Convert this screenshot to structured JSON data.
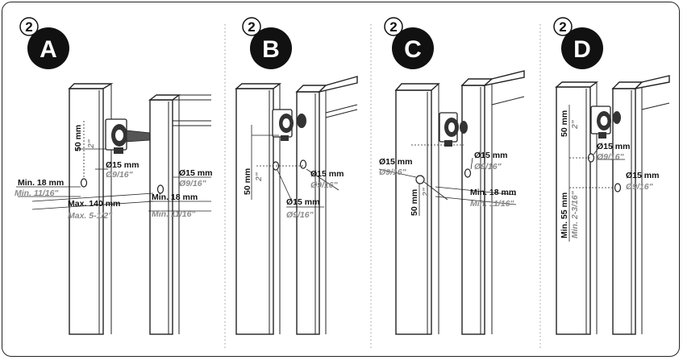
{
  "step_number": "2",
  "panels": [
    {
      "letter": "A",
      "labels": {
        "v_mm": "50 mm",
        "v_in": "2\"",
        "hole1_mm": "Ø15 mm",
        "hole1_in": "Ø9/16\"",
        "hole2_mm": "Ø15 mm",
        "hole2_in": "Ø9/16\"",
        "min_left_mm": "Min. 18 mm",
        "min_left_in": "Min. 11/16\"",
        "max_mm": "Max. 140 mm",
        "max_in": "Max. 5-1/2\"",
        "min_right_mm": "Min. 18 mm",
        "min_right_in": "Min. 11/16\""
      }
    },
    {
      "letter": "B",
      "labels": {
        "v_mm": "50 mm",
        "v_in": "2\"",
        "hole1_mm": "Ø15 mm",
        "hole1_in": "Ø9/16\"",
        "hole2_mm": "Ø15 mm",
        "hole2_in": "Ø9/16\""
      }
    },
    {
      "letter": "C",
      "labels": {
        "hole1_mm": "Ø15 mm",
        "hole1_in": "Ø9/16\"",
        "hole2_mm": "Ø15 mm",
        "hole2_in": "Ø9/16\"",
        "v_mm": "50 mm",
        "v_in": "2\"",
        "min_mm": "Min. 18 mm",
        "min_in": "Min. 11/16\""
      }
    },
    {
      "letter": "D",
      "labels": {
        "v_mm": "50 mm",
        "v_in": "2\"",
        "hole1_mm": "Ø15 mm",
        "hole1_in": "Ø9/16\"",
        "hole2_mm": "Ø15 mm",
        "hole2_in": "Ø9/16\"",
        "min_mm": "Min. 55 mm",
        "min_in": "Min. 2-3/16\""
      }
    }
  ]
}
